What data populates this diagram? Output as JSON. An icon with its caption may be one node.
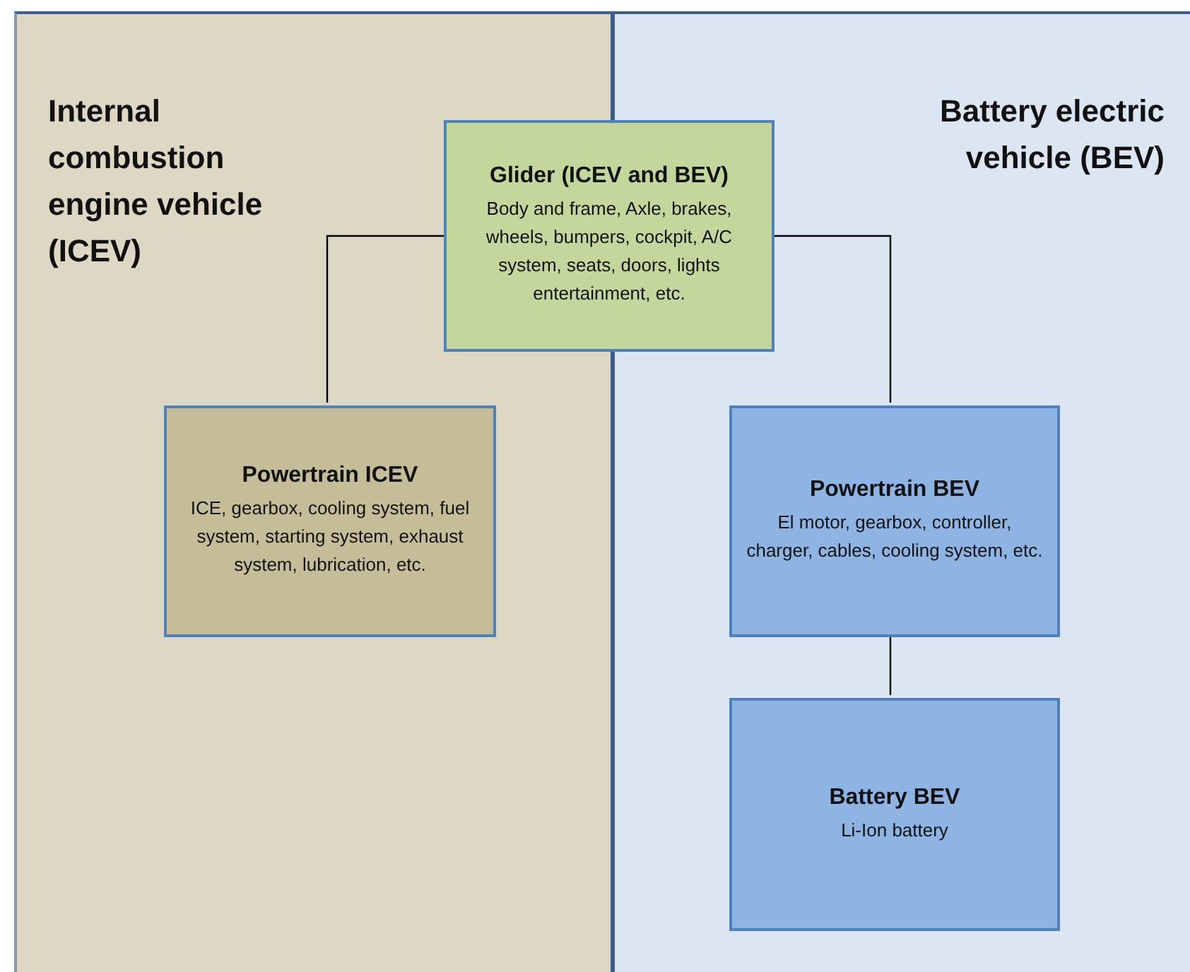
{
  "diagram": {
    "nodes": [
      {
        "text": [
          "Internal combustion engine vehicle (ICEV)"
        ]
      },
      {
        "text": [
          "Battery electric vehicle (BEV)"
        ]
      },
      {
        "text": [
          "Glider (ICEV and BEV)",
          "Body and frame, Axle, brakes, wheels, bumpers, cockpit, A/C system, seats, doors, lights entertainment, etc."
        ]
      },
      {
        "text": [
          "Powertrain ICEV",
          "ICE, gearbox, cooling system, fuel system, starting system, exhaust system, lubrication, etc."
        ],
        "in": 0
      },
      {
        "text": [
          "Powertrain BEV",
          "El motor, gearbox, controller, charger, cables, cooling system, etc."
        ],
        "in": 1
      },
      {
        "text": [
          "Battery BEV",
          "Li-Ion battery"
        ],
        "in": 1
      }
    ],
    "edges": [
      {
        "from": 2,
        "to": 3,
        "arrow": "none"
      },
      {
        "from": 2,
        "to": 4,
        "arrow": "none"
      },
      {
        "from": 4,
        "to": 5,
        "arrow": "none"
      }
    ]
  }
}
